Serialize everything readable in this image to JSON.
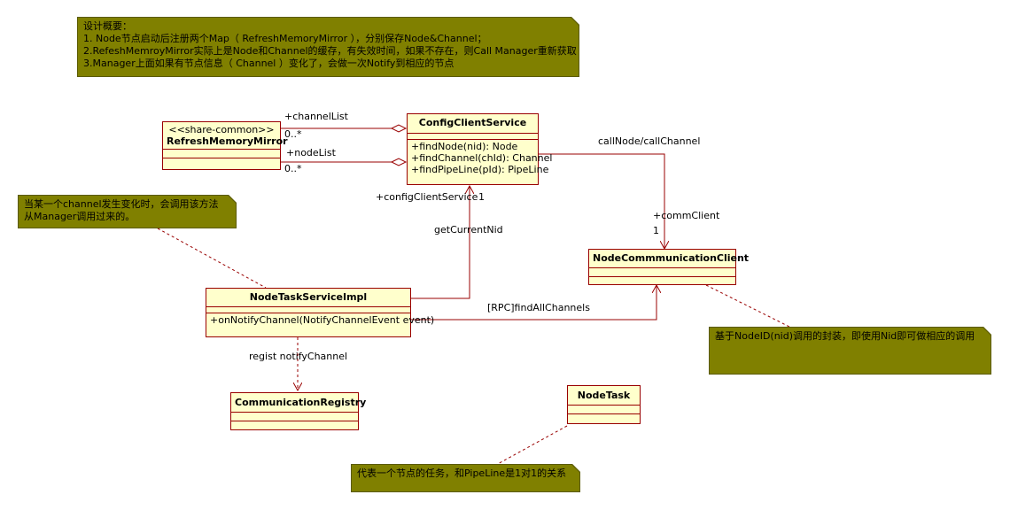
{
  "notes": {
    "design": {
      "lines": [
        "设计概要：",
        "1. Node节点启动后注册两个Map（ RefreshMemoryMirror ），分别保存Node&Channel；",
        "2.RefeshMemroyMirror实际上是Node和Channel的缓存，有失效时间，如果不存在，则Call Manager重新获取",
        "3.Manager上面如果有节点信息（ Channel ）变化了，会做一次Notify到相应的节点"
      ]
    },
    "channel_change": {
      "lines": [
        "当某一个channel发生变化时，会调用该方法",
        "从Manager调用过来的。"
      ]
    },
    "nodeid": {
      "lines": [
        "基于NodeID(nid)调用的封装，即使用Nid即可做相应的调用"
      ]
    },
    "nodetask": {
      "lines": [
        "代表一个节点的任务，和PipeLine是1对1的关系"
      ]
    }
  },
  "classes": {
    "refresh_memory_mirror": {
      "stereotype": "<<share-common>>",
      "name": "RefreshMemoryMirror"
    },
    "config_client_service": {
      "name": "ConfigClientService",
      "operations": [
        "+findNode(nid): Node",
        "+findChannel(chId): Channel",
        "+findPipeLine(pId): PipeLine"
      ]
    },
    "node_communication_client": {
      "name": "NodeCommmunicationClient"
    },
    "node_task_service_impl": {
      "name": "NodeTaskServiceImpl",
      "operations": [
        "+onNotifyChannel(NotifyChannelEvent event)"
      ]
    },
    "communication_registry": {
      "name": "CommunicationRegistry"
    },
    "node_task": {
      "name": "NodeTask"
    }
  },
  "labels": {
    "channel_list": "+channelList",
    "channel_list_mult": "0..*",
    "node_list": "+nodeList",
    "node_list_mult": "0..*",
    "call_node_channel": "callNode/callChannel",
    "comm_client": "+commClient",
    "comm_client_mult": "1",
    "config_client_service_role": "+configClientService",
    "config_client_service_mult": "1",
    "get_current_nid": "getCurrentNid",
    "rpc_find_all": "[RPC]findAllChannels",
    "regist_notify": "regist notifyChannel"
  },
  "colors": {
    "note_fill": "#808000",
    "class_fill": "#ffffcc",
    "class_border": "#990000",
    "connector": "#990000"
  }
}
